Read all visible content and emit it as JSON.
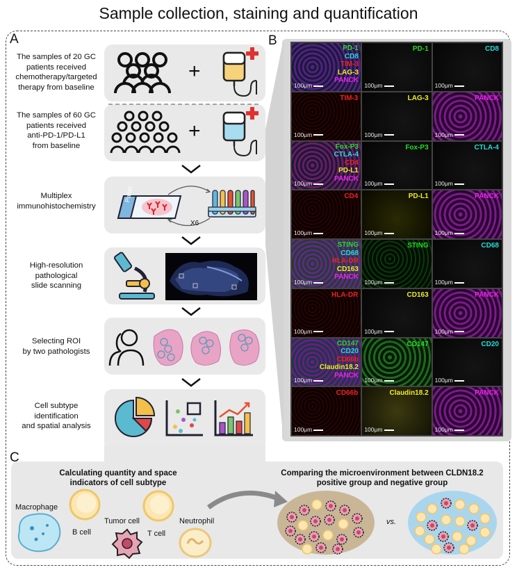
{
  "title": "Sample collection, staining and quantification",
  "panels": {
    "a": "A",
    "b": "B",
    "c": "C"
  },
  "left": {
    "s1": [
      "The samples of 20 GC",
      "patients received",
      "chemotherapy/targeted",
      "therapy from baseline"
    ],
    "s2": [
      "The samples of 60 GC",
      "patients  received",
      "anti-PD-1/PD-L1",
      "from baseline"
    ],
    "s3": [
      "Multiplex",
      "immunohistochemistry"
    ],
    "s4": [
      "High-resolution",
      "pathological",
      "slide scanning"
    ],
    "s5": [
      "Selecting ROI",
      "by two pathologists"
    ],
    "s6": [
      "Cell subtype",
      "identification",
      "and spatial analysis"
    ],
    "plus": "+",
    "panel_label": "Panel",
    "cycles": "X6"
  },
  "grid": [
    {
      "labels": [
        [
          "PD-1",
          "#22dd22"
        ],
        [
          "CD8",
          "#22dddd"
        ],
        [
          "TIM-3",
          "#ee2222"
        ],
        [
          "LAG-3",
          "#eeee22"
        ],
        [
          "PANCK",
          "#ee22ee"
        ]
      ],
      "bg": "merge1"
    },
    {
      "labels": [
        [
          "PD-1",
          "#22dd22"
        ]
      ],
      "bg": "dark"
    },
    {
      "labels": [
        [
          "CD8",
          "#22dddd"
        ]
      ],
      "bg": "dark"
    },
    {
      "labels": [
        [
          "TIM-3",
          "#ee2222"
        ]
      ],
      "bg": "red"
    },
    {
      "labels": [
        [
          "LAG-3",
          "#eeee22"
        ]
      ],
      "bg": "dark"
    },
    {
      "labels": [
        [
          "PANCK",
          "#ee22ee"
        ]
      ],
      "bg": "panck"
    },
    {
      "labels": [
        [
          "Fox-P3",
          "#22dd22"
        ],
        [
          "CTLA-4",
          "#22dddd"
        ],
        [
          "CD4",
          "#ee2222"
        ],
        [
          "PD-L1",
          "#eeee22"
        ],
        [
          "PANCK",
          "#ee22ee"
        ]
      ],
      "bg": "merge2"
    },
    {
      "labels": [
        [
          "Fox-P3",
          "#22dd22"
        ]
      ],
      "bg": "dark"
    },
    {
      "labels": [
        [
          "CTLA-4",
          "#22dddd"
        ]
      ],
      "bg": "dark"
    },
    {
      "labels": [
        [
          "CD4",
          "#ee2222"
        ]
      ],
      "bg": "red"
    },
    {
      "labels": [
        [
          "PD-L1",
          "#eeee22"
        ]
      ],
      "bg": "yellow"
    },
    {
      "labels": [
        [
          "PANCK",
          "#ee22ee"
        ]
      ],
      "bg": "panck"
    },
    {
      "labels": [
        [
          "STING",
          "#22dd22"
        ],
        [
          "CD68",
          "#22dddd"
        ],
        [
          "HLA-DR",
          "#ee2222"
        ],
        [
          "CD163",
          "#eeee22"
        ],
        [
          "PANCK",
          "#ee22ee"
        ]
      ],
      "bg": "merge3"
    },
    {
      "labels": [
        [
          "STING",
          "#22dd22"
        ]
      ],
      "bg": "green"
    },
    {
      "labels": [
        [
          "CD68",
          "#22dddd"
        ]
      ],
      "bg": "dark"
    },
    {
      "labels": [
        [
          "HLA-DR",
          "#ee2222"
        ]
      ],
      "bg": "red"
    },
    {
      "labels": [
        [
          "CD163",
          "#eeee22"
        ]
      ],
      "bg": "dark"
    },
    {
      "labels": [
        [
          "PANCK",
          "#ee22ee"
        ]
      ],
      "bg": "panck"
    },
    {
      "labels": [
        [
          "CD147",
          "#22dd22"
        ],
        [
          "CD20",
          "#22dddd"
        ],
        [
          "CD66b",
          "#ee2222"
        ],
        [
          "Claudin18.2",
          "#eeee22"
        ],
        [
          "PANCK",
          "#ee22ee"
        ]
      ],
      "bg": "merge4"
    },
    {
      "labels": [
        [
          "CD147",
          "#22dd22"
        ]
      ],
      "bg": "green2"
    },
    {
      "labels": [
        [
          "CD20",
          "#22dddd"
        ]
      ],
      "bg": "dark"
    },
    {
      "labels": [
        [
          "CD66b",
          "#ee2222"
        ]
      ],
      "bg": "red"
    },
    {
      "labels": [
        [
          "Claudin18.2",
          "#eeee22"
        ]
      ],
      "bg": "olive"
    },
    {
      "labels": [
        [
          "PANCK",
          "#ee22ee"
        ]
      ],
      "bg": "panck"
    }
  ],
  "scalebar": "100μm",
  "c": {
    "t1": [
      "Calculating quantity and space",
      "indicators of cell subtype"
    ],
    "t2": [
      "Comparing the microenvironment between CLDN18.2",
      "positive group and negative group"
    ],
    "cells": [
      "Macrophage",
      "B cell",
      "Tumor cell",
      "T cell",
      "Neutrophil"
    ],
    "vs": "vs."
  }
}
